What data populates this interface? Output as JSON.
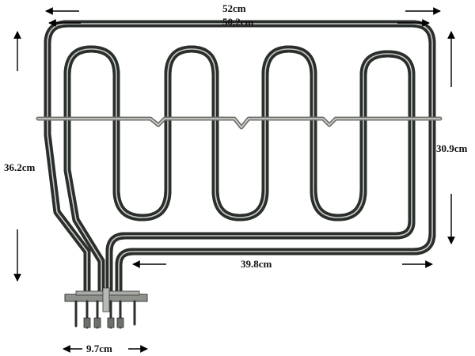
{
  "dimensions": {
    "outer_width": "52cm",
    "inner_width": "50.2cm",
    "outer_height": "36.2cm",
    "inner_height": "30.9cm",
    "bottom_length": "39.8cm",
    "terminal_width": "9.7cm"
  },
  "colors": {
    "element_dark": "#2b2f2b",
    "element_mid": "#7c807a",
    "element_light": "#c9ccc6",
    "bracket": "#8e918c",
    "arrow": "#000000",
    "background": "#ffffff"
  }
}
